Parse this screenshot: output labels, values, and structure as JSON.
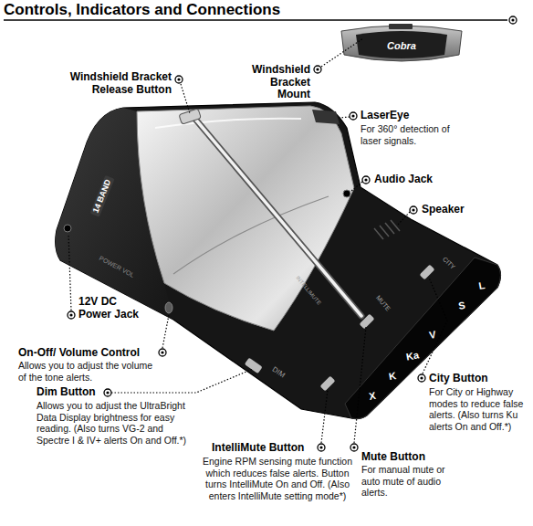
{
  "diagram": {
    "title": "Controls, Indicators and Connections",
    "labels": [
      "Windshield Bracket Release Button",
      "Windshield Bracket Mount",
      "LaserEye",
      "For 360° detection of laser signals.",
      "Audio Jack",
      "Speaker",
      "12V DC Power Jack",
      "On-Off/ Volume Control",
      "Allows you to adjust the volume of the tone alerts.",
      "Dim Button",
      "Allows you to adjust the UltraBright Data Display brightness for easy reading. (Also turns VG-2 and Spectre I & IV+ alerts On and Off.*)",
      "IntelliMute Button",
      "Engine RPM sensing mute function which reduces false alerts. Button turns IntelliMute On and Off. (Also enters IntelliMute setting mode*)",
      "Mute Button",
      "For manual mute or auto mute of audio alerts.",
      "City Button",
      "For City or Highway modes to reduce false alerts. (Also turns Ku alerts On and Off.*)",
      "Cobra",
      "14 BAND",
      "POWER VOL",
      "DIM",
      "INTELLIMUTE",
      "MUTE",
      "CITY",
      "X",
      "K",
      "Ka",
      "V",
      "S",
      "L"
    ]
  }
}
